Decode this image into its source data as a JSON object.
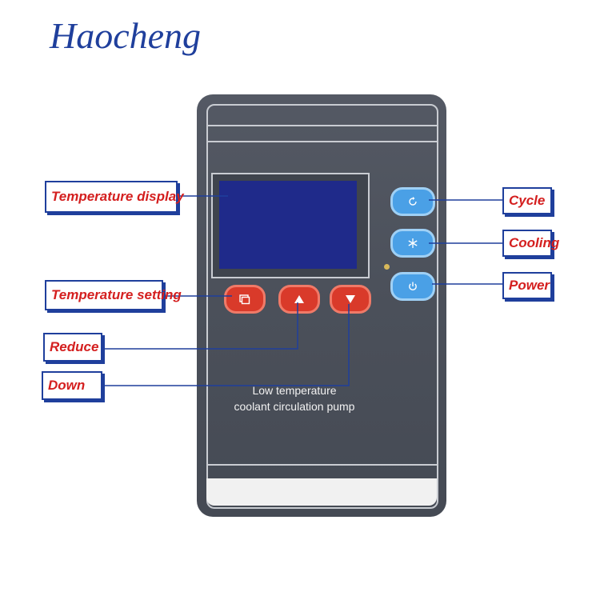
{
  "brand": "Haocheng",
  "panel": {
    "text_line1": "Low temperature",
    "text_line2": "coolant circulation pump",
    "buttons": {
      "set_icon": "temperature-setting-icon",
      "up_icon": "triangle-up-icon",
      "down_icon": "triangle-down-icon",
      "cycle_icon": "cycle-icon",
      "cooling_icon": "snowflake-icon",
      "power_icon": "power-icon"
    }
  },
  "labels": {
    "temperature_display": "Temperature display",
    "temperature_setting": "Temperature setting",
    "reduce": "Reduce",
    "down": "Down",
    "cycle": "Cycle",
    "cooling": "Cooling",
    "power": "Power"
  },
  "colors": {
    "label_text": "#d41f1f",
    "label_border": "#1f3f9c",
    "brand": "#1f3f9c",
    "button_red": "#d93a2a",
    "button_blue": "#4aa0e6",
    "lcd": "#1f2a8a"
  }
}
